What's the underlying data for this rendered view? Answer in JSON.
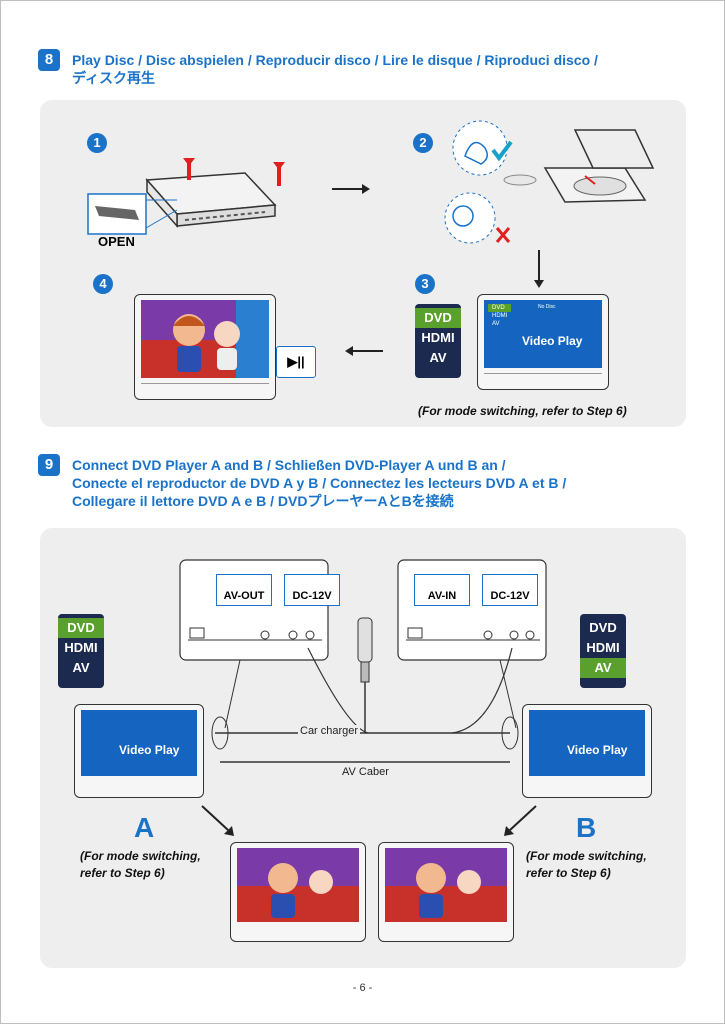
{
  "section8": {
    "number": "8",
    "title_line1": "Play Disc / Disc abspielen / Reproducir disco / Lire le disque / Riproduci disco /",
    "title_line2": "ディスク再生",
    "steps": [
      "1",
      "2",
      "3",
      "4"
    ],
    "open_label": "OPEN",
    "menu": [
      "DVD",
      "HDMI",
      "AV"
    ],
    "screen_menu": [
      "DVD",
      "HDMI",
      "AV"
    ],
    "no_disc": "No Disc",
    "video_play": "Video Play",
    "play_pause_symbol": "▶||",
    "note": "(For mode switching, refer to Step 6)"
  },
  "section9": {
    "number": "9",
    "title_line1": "Connect DVD Player A and B / Schließen DVD-Player A und B an /",
    "title_line2": "Conecte el reproductor de DVD A y B / Connectez les lecteurs DVD A et B /",
    "title_line3": "Collegare il lettore DVD A e B / DVDプレーヤーAとBを接続",
    "port_left": [
      "AV-OUT",
      "DC-12V"
    ],
    "port_right": [
      "AV-IN",
      "DC-12V"
    ],
    "car_charger": "Car charger",
    "av_cable": "AV Caber",
    "menu_a": [
      "DVD",
      "HDMI",
      "AV"
    ],
    "menu_b": [
      "DVD",
      "HDMI",
      "AV"
    ],
    "video_play": "Video Play",
    "letter_a": "A",
    "letter_b": "B",
    "note_a_line1": "(For mode switching,",
    "note_a_line2": "refer to Step 6)",
    "note_b_line1": "(For mode switching,",
    "note_b_line2": "refer to Step 6)"
  },
  "footer": {
    "page": "- 6 -"
  },
  "colors": {
    "accent": "#1a73c8",
    "menu_bg": "#1b2a4e",
    "selected": "#5aa02c",
    "alert": "#e02020"
  }
}
